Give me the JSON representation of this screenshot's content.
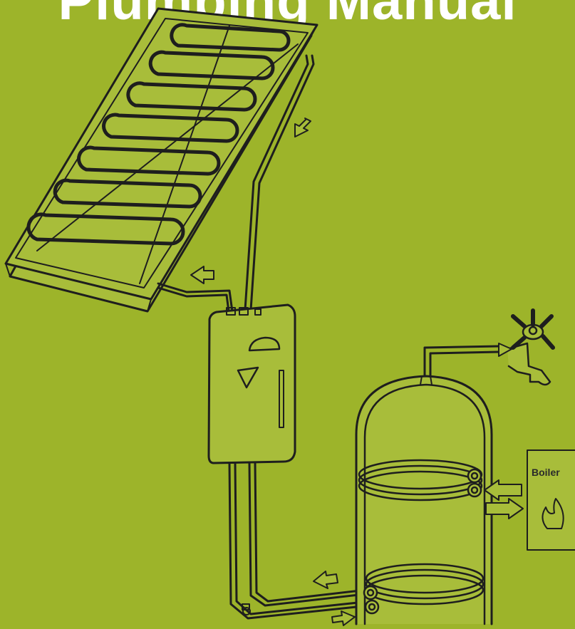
{
  "page": {
    "title": "Plumbing Manual",
    "background_color": "#9db42a",
    "line_color": "#1e1e1e",
    "fill_color": "#a8bd3a"
  },
  "diagram": {
    "nodes": [
      {
        "id": "solar-collector",
        "icon": "solar-panel-icon"
      },
      {
        "id": "control-station",
        "icon": "control-unit-icon"
      },
      {
        "id": "hot-water-tap",
        "icon": "faucet-icon"
      },
      {
        "id": "storage-tank",
        "icon": "water-tank-icon"
      },
      {
        "id": "boiler",
        "label": "Boiler",
        "icon": "flame-icon"
      }
    ],
    "edges": [
      {
        "from": "solar-collector",
        "to": "control-station"
      },
      {
        "from": "control-station",
        "to": "solar-collector"
      },
      {
        "from": "control-station",
        "to": "storage-tank"
      },
      {
        "from": "storage-tank",
        "to": "control-station"
      },
      {
        "from": "storage-tank",
        "to": "hot-water-tap"
      },
      {
        "from": "boiler",
        "to": "storage-tank"
      },
      {
        "from": "storage-tank",
        "to": "boiler"
      }
    ]
  }
}
